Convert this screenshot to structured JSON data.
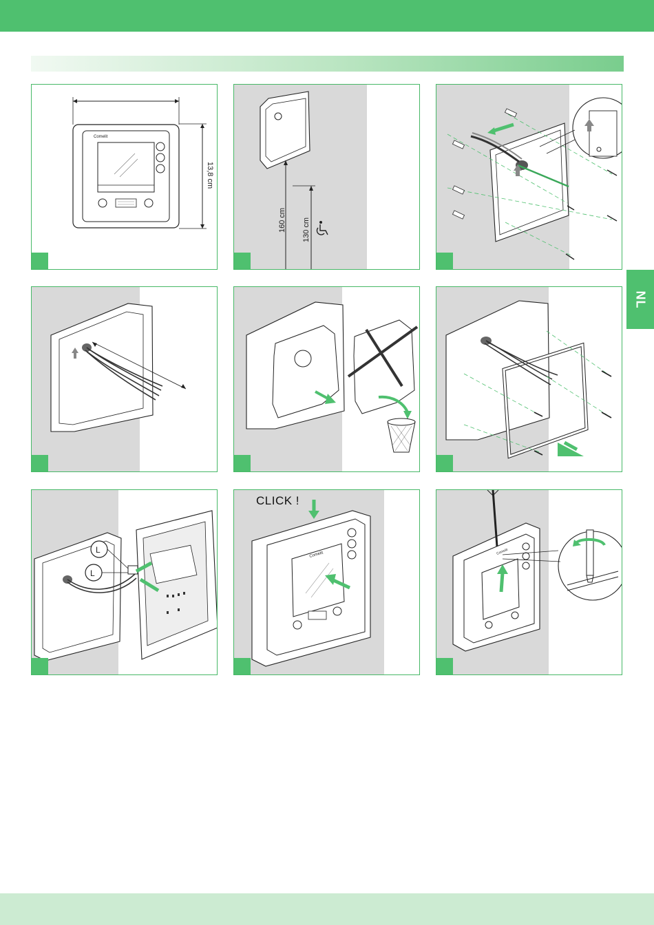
{
  "panels": {
    "p1": {
      "dimension_label": "13,8 cm",
      "brand": "Comelit"
    },
    "p2": {
      "height_label": "160 cm",
      "accessible_height_label": "130 cm"
    },
    "p7": {
      "wire_label": "L"
    },
    "p8": {
      "click_label": "CLICK !",
      "brand": "Comelit"
    },
    "p9": {
      "brand": "Comelit"
    }
  },
  "sidebar": {
    "language_tab": "NL"
  },
  "colors": {
    "accent": "#4fc06f",
    "light_band": "#ccebd2",
    "panel_border": "#46b866",
    "panel_bg_gray": "#d9d9d9"
  }
}
